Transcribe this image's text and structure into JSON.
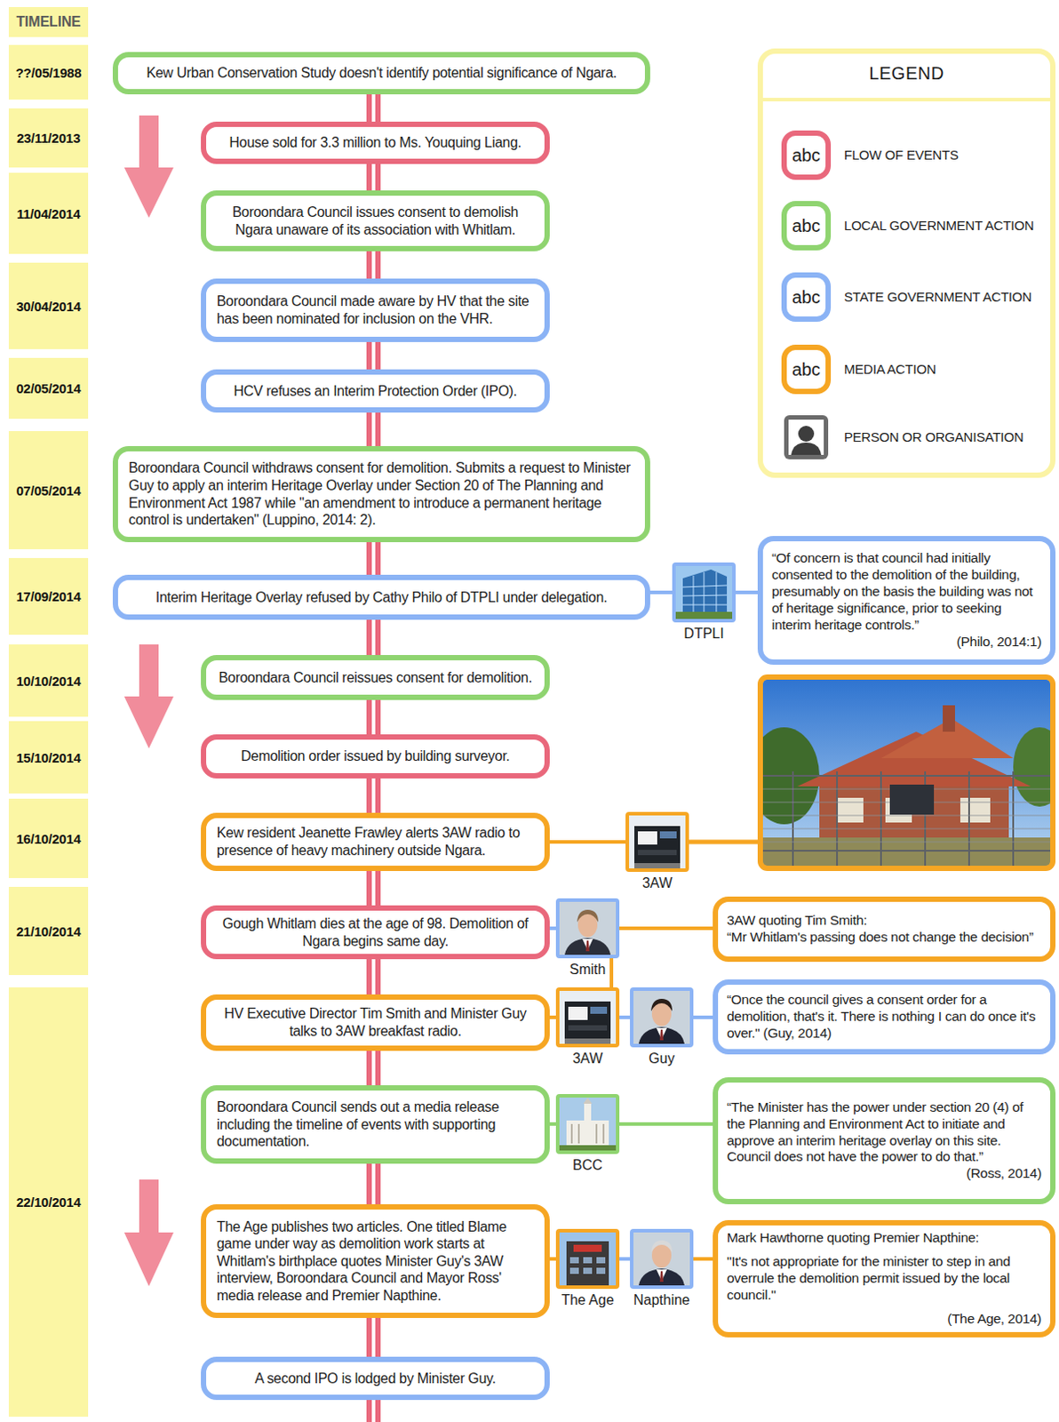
{
  "diagram": {
    "nodes": [
      {
        "text": [
          "Kew Urban Conservation Study doesn't identify potential significance of Ngara."
        ]
      },
      {
        "text": [
          "House sold for 3.3 million to Ms. Youquing Liang."
        ]
      },
      {
        "text": [
          "Boroondara Council issues consent to demolish Ngara unaware of its association with Whitlam."
        ]
      },
      {
        "text": [
          "Boroondara Council made aware by HV that the site has been nominated for inclusion on the VHR."
        ]
      },
      {
        "text": [
          "HCV refuses an Interim Protection Order (IPO)."
        ]
      },
      {
        "text": [
          "Boroondara Council withdraws consent for demolition. Submits a request to Minister Guy to apply an interim Heritage Overlay under Section 20 of The Planning and Environment Act 1987 while \"an amendment to introduce a permanent heritage control is undertaken\" (Luppino, 2014: 2)."
        ]
      },
      {
        "text": [
          "Interim Heritage Overlay refused by Cathy Philo of DTPLI under delegation."
        ]
      },
      {
        "text": [
          "DTPLI"
        ]
      },
      {
        "text": [
          "“Of concern is that council had initially consented to the demolition of the building, presumably on the basis the building was not of heritage significance, prior to seeking interim heritage controls.”",
          "(Philo, 2014:1)"
        ]
      },
      {
        "text": [
          "Boroondara Council reissues consent for demolition."
        ]
      },
      {
        "text": [
          "Demolition order issued by building surveyor."
        ]
      },
      {
        "text": [
          "Kew resident Jeanette Frawley alerts 3AW radio to presence of heavy machinery outside Ngara."
        ]
      },
      {
        "text": [
          "3AW"
        ]
      },
      {
        "text": [
          "Gough Whitlam dies at the age of 98. Demolition of Ngara begins same day."
        ]
      },
      {
        "text": [
          "Smith"
        ]
      },
      {
        "text": [
          "3AW quoting Tim Smith:",
          "“Mr Whitlam's passing does not change the decision”"
        ]
      },
      {
        "text": [
          "HV Executive Director Tim Smith and Minister Guy talks to 3AW breakfast radio."
        ]
      },
      {
        "text": [
          "3AW"
        ]
      },
      {
        "text": [
          "Guy"
        ]
      },
      {
        "text": [
          "“Once the council gives a consent order for a demolition, that's it. There is nothing I can do once it's over.\" (Guy, 2014)"
        ]
      },
      {
        "text": [
          "Boroondara Council sends out a media release including the timeline of events with supporting documentation."
        ]
      },
      {
        "text": [
          "BCC"
        ]
      },
      {
        "text": [
          "“The Minister has the power under section 20 (4) of the Planning and Environment Act to initiate and approve an interim heritage overlay on this site. Council does not have the power to do that.”",
          "(Ross, 2014)"
        ]
      },
      {
        "text": [
          "The Age publishes two articles. One titled Blame game under way as demolition work starts at Whitlam's birthplace quotes Minister Guy's 3AW interview, Boroondara Council and Mayor Ross' media release and Premier Napthine."
        ]
      },
      {
        "text": [
          "The Age"
        ]
      },
      {
        "text": [
          "Napthine"
        ]
      },
      {
        "text": [
          "Mark Hawthorne quoting Premier Napthine:",
          "\"It's not appropriate for the minister to step in and overrule the demolition permit issued by the local council.\"",
          "(The Age, 2014)"
        ]
      },
      {
        "text": [
          "A second IPO is lodged by Minister Guy."
        ]
      }
    ],
    "edges": [
      {
        "from": 0,
        "to": 1,
        "arrow": "none"
      },
      {
        "from": 1,
        "to": 2,
        "arrow": "none"
      },
      {
        "from": 2,
        "to": 3,
        "arrow": "none"
      },
      {
        "from": 3,
        "to": 4,
        "arrow": "none"
      },
      {
        "from": 4,
        "to": 5,
        "arrow": "none"
      },
      {
        "from": 5,
        "to": 6,
        "arrow": "none"
      },
      {
        "from": 6,
        "to": 9,
        "arrow": "none"
      },
      {
        "from": 9,
        "to": 10,
        "arrow": "none"
      },
      {
        "from": 10,
        "to": 11,
        "arrow": "none"
      },
      {
        "from": 11,
        "to": 13,
        "arrow": "none"
      },
      {
        "from": 13,
        "to": 16,
        "arrow": "none"
      },
      {
        "from": 16,
        "to": 20,
        "arrow": "none"
      },
      {
        "from": 20,
        "to": 23,
        "arrow": "none"
      },
      {
        "from": 23,
        "to": 27,
        "arrow": "none"
      },
      {
        "from": 6,
        "to": 7,
        "arrow": "none"
      },
      {
        "from": 7,
        "to": 8,
        "arrow": "none"
      },
      {
        "from": 11,
        "to": 12,
        "arrow": "none"
      },
      {
        "from": 13,
        "to": 14,
        "arrow": "none"
      },
      {
        "from": 14,
        "to": 15,
        "arrow": "none"
      },
      {
        "from": 14,
        "to": 17,
        "arrow": "none"
      },
      {
        "from": 16,
        "to": 17,
        "arrow": "none"
      },
      {
        "from": 17,
        "to": 18,
        "arrow": "none"
      },
      {
        "from": 18,
        "to": 19,
        "arrow": "none"
      },
      {
        "from": 20,
        "to": 21,
        "arrow": "none"
      },
      {
        "from": 21,
        "to": 22,
        "arrow": "none"
      },
      {
        "from": 23,
        "to": 24,
        "arrow": "none"
      },
      {
        "from": 24,
        "to": 25,
        "arrow": "none"
      },
      {
        "from": 25,
        "to": 26,
        "arrow": "none"
      }
    ],
    "labels": [
      "TIMELINE",
      "??/05/1988",
      "23/11/2013",
      "11/04/2014",
      "30/04/2014",
      "02/05/2014",
      "07/05/2014",
      "17/09/2014",
      "10/10/2014",
      "15/10/2014",
      "16/10/2014",
      "21/10/2014",
      "22/10/2014",
      "LEGEND",
      "abc",
      "abc",
      "abc",
      "abc"
    ],
    "legend": [
      {
        "text": "FLOW OF EVENTS",
        "color": "#e9687c"
      },
      {
        "text": "LOCAL GOVERNMENT ACTION",
        "color": "#8fd470"
      },
      {
        "text": "STATE GOVERNMENT ACTION",
        "color": "#8bb3f5"
      },
      {
        "text": "MEDIA ACTION",
        "color": "#f6a623"
      },
      {
        "text": "PERSON OR ORGANISATION"
      }
    ]
  }
}
